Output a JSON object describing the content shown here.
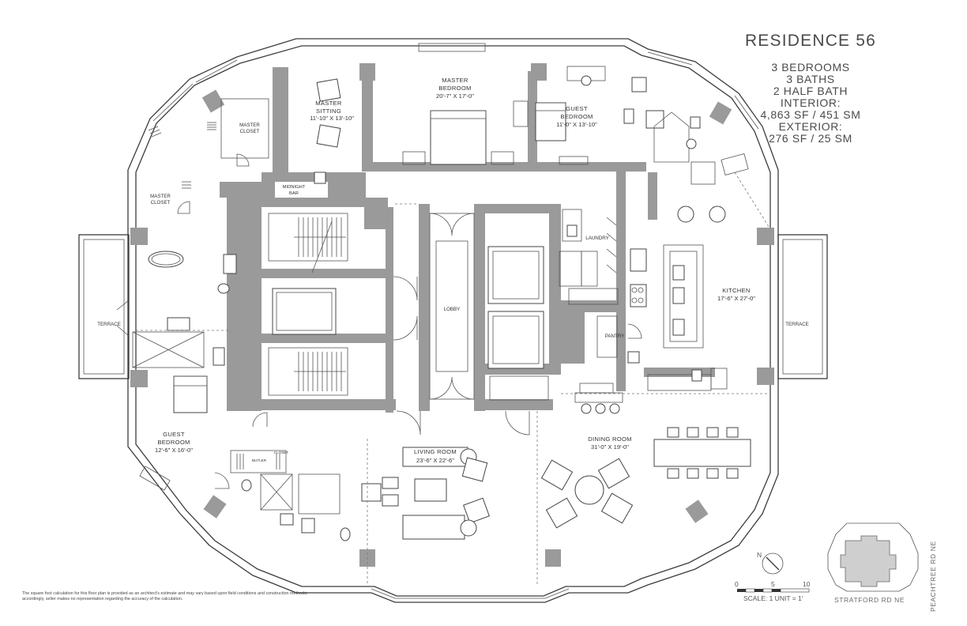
{
  "title_block": {
    "title": "RESIDENCE 56",
    "stats": [
      "3 BEDROOMS",
      "3 BATHS",
      "2 HALF BATH",
      "INTERIOR:",
      "4,863 SF / 451 SM",
      "EXTERIOR:",
      "276 SF / 25 SM"
    ]
  },
  "rooms": {
    "master_bedroom": {
      "name": [
        "MASTER",
        "BEDROOM"
      ],
      "dim": "20'-7\" X 17'-0\""
    },
    "master_sitting": {
      "name": [
        "MASTER",
        "SITTING"
      ],
      "dim": "11'-10\" X 13'-10\""
    },
    "master_closet_top": {
      "name": [
        "MASTER",
        "CLOSET"
      ]
    },
    "master_closet_left": {
      "name": [
        "MASTER",
        "CLOSET"
      ]
    },
    "midnight_bar": {
      "name": [
        "MIDNIGHT",
        "BAR"
      ]
    },
    "guest_bedroom_top": {
      "name": [
        "GUEST",
        "BEDROOM"
      ],
      "dim": "11'-0\" X 13'-10\""
    },
    "guest_bedroom_left": {
      "name": [
        "GUEST",
        "BEDROOM"
      ],
      "dim": "12'-6\" X 16'-0\""
    },
    "laundry": {
      "name": "LAUNDRY"
    },
    "pantry": {
      "name": "PANTRY"
    },
    "kitchen": {
      "name": "KITCHEN",
      "dim": "17'-6\" X 27'-0\""
    },
    "lobby": {
      "name": "LOBBY"
    },
    "living_room": {
      "name": "LIVING ROOM",
      "dim": "23'-6\" X 22'-6\""
    },
    "dining_room": {
      "name": "DINING ROOM",
      "dim": "31'-0\" X 19'-0\""
    },
    "terrace_left": {
      "name": "TERRACE"
    },
    "terrace_right": {
      "name": "TERRACE"
    },
    "closet": {
      "name": "CLOSET"
    },
    "butler": {
      "name": "BUTLER"
    }
  },
  "compass": {
    "label": "N"
  },
  "scale": {
    "ticks": [
      "0",
      "5",
      "10"
    ],
    "caption": "SCALE: 1 UNIT = 1'"
  },
  "key_plan": {
    "street_bottom": "STRATFORD RD NE",
    "street_right": "PEACHTREE RD NE"
  },
  "disclaimer": "The square foot calculation for this floor plan is provided as an architect's estimate and may vary based upon field conditions and construction methods; accordingly, seller makes no representation regarding the accuracy of the calculation."
}
